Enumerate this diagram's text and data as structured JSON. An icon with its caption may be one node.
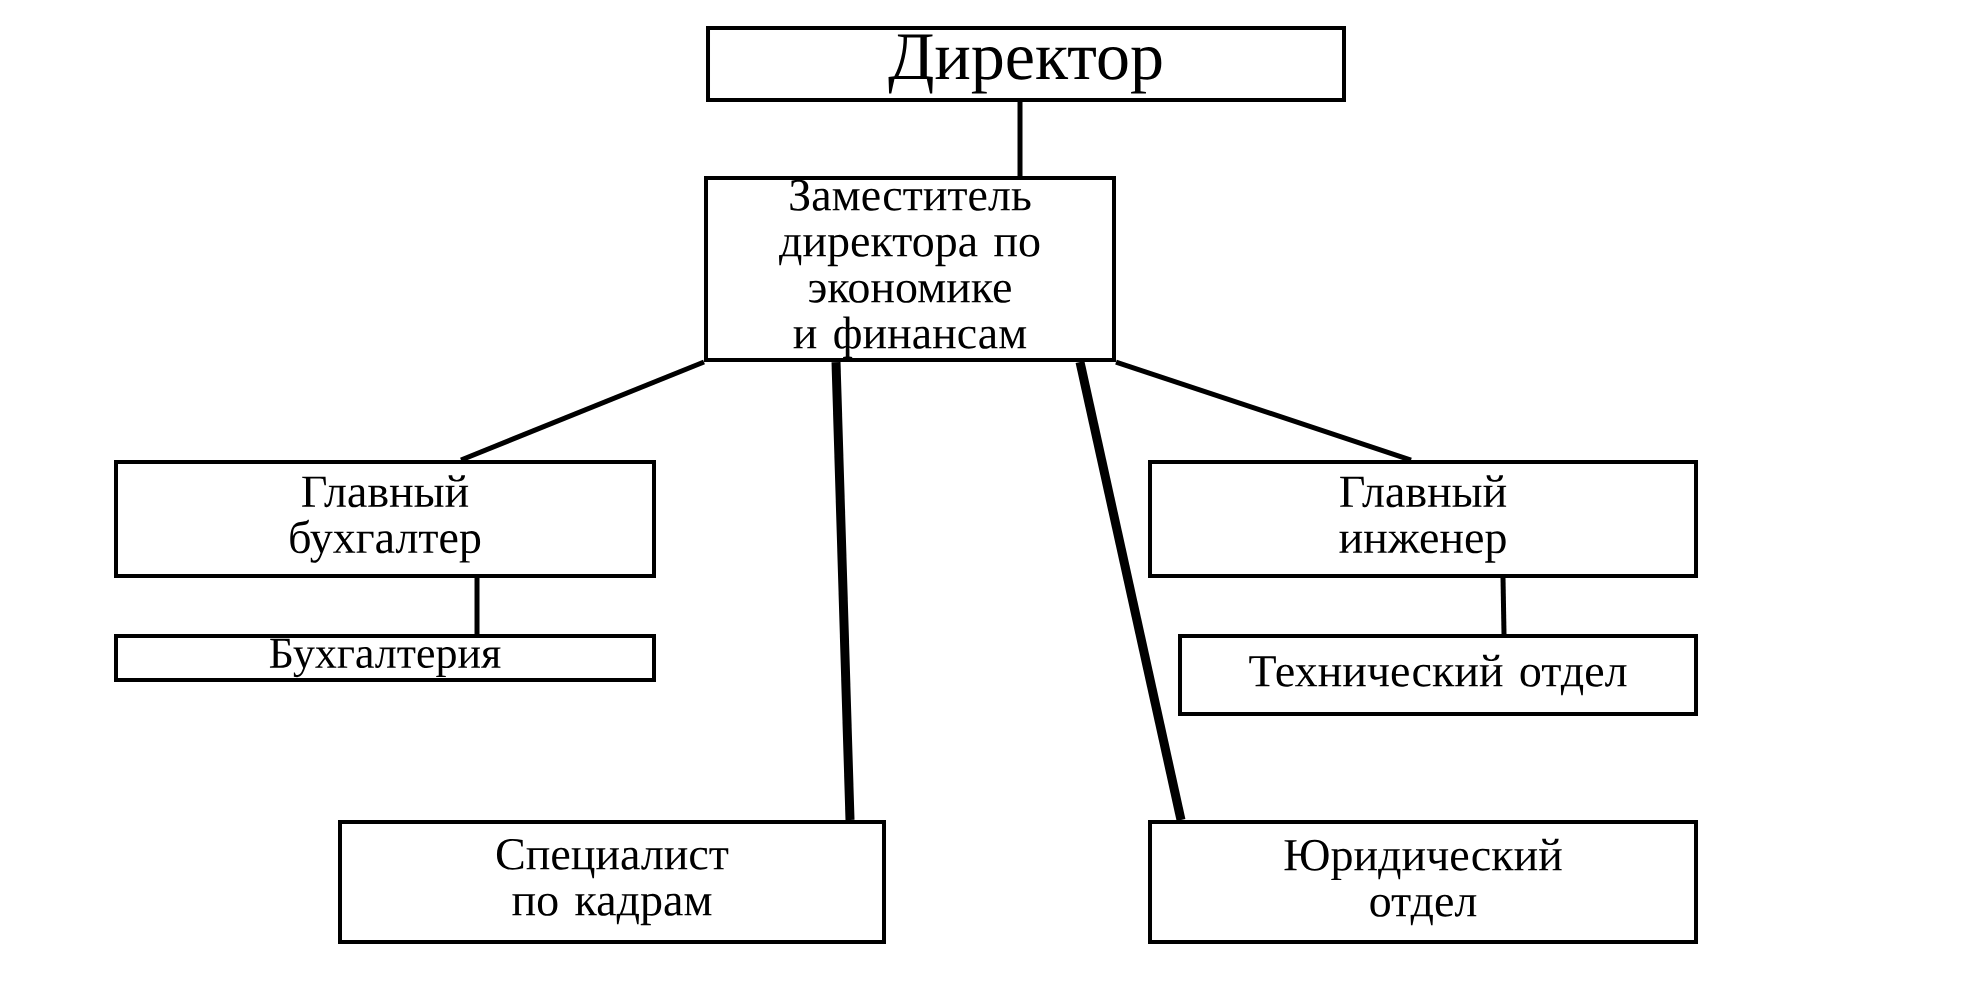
{
  "diagram": {
    "nodes": [
      {
        "text": [
          "Директор"
        ]
      },
      {
        "text": [
          "Заместитель директора по экономике и финансам"
        ]
      },
      {
        "text": [
          "Главный бухгалтер"
        ]
      },
      {
        "text": [
          "Бухгалтерия"
        ]
      },
      {
        "text": [
          "Главный инженер"
        ]
      },
      {
        "text": [
          "Технический отдел"
        ]
      },
      {
        "text": [
          "Специалист по кадрам"
        ]
      },
      {
        "text": [
          "Юридический отдел"
        ]
      }
    ],
    "edges": [
      {
        "from": 0,
        "to": 1,
        "arrow": "none"
      },
      {
        "from": 1,
        "to": 2,
        "arrow": "none"
      },
      {
        "from": 1,
        "to": 4,
        "arrow": "none"
      },
      {
        "from": 1,
        "to": 6,
        "arrow": "none",
        "style": "thick"
      },
      {
        "from": 1,
        "to": 7,
        "arrow": "none",
        "style": "thick"
      },
      {
        "from": 2,
        "to": 3,
        "arrow": "none"
      },
      {
        "from": 4,
        "to": 5,
        "arrow": "none"
      }
    ]
  }
}
